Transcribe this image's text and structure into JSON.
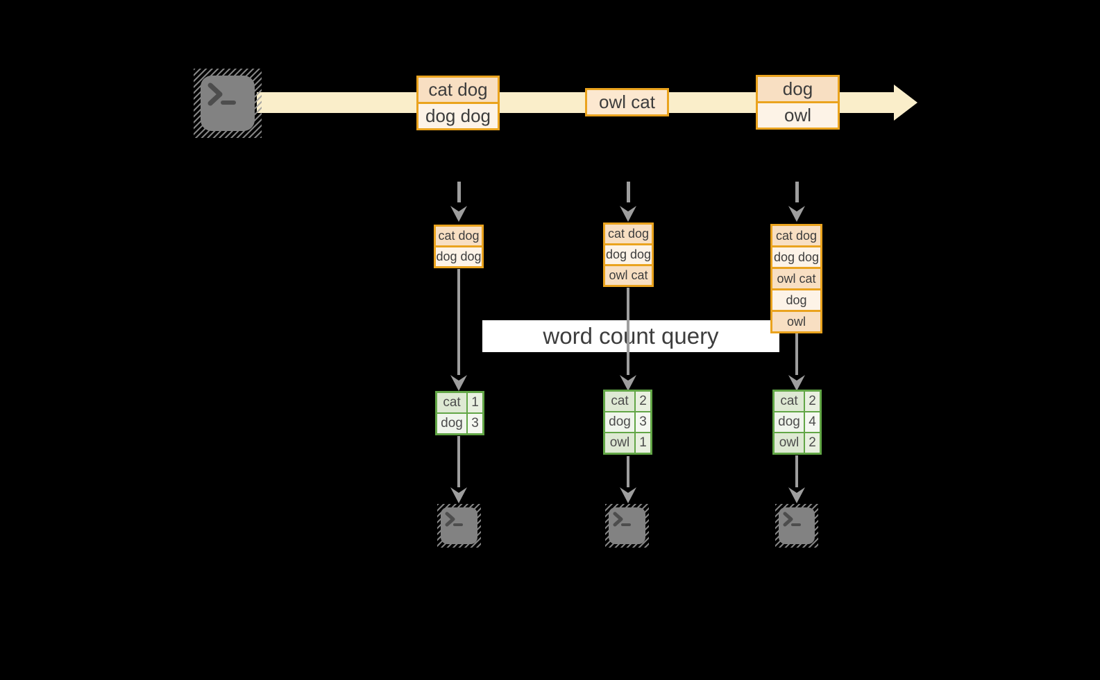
{
  "colors": {
    "background": "#000000",
    "stream": "#faeeca",
    "amber_border": "#eaa31e",
    "peach_dark": "#f8dfc2",
    "peach_light": "#fdf3e7",
    "peach_mid": "#fce8d0",
    "green_border": "#62a646",
    "green_cell_dark": "#dee9d3",
    "green_cell_dark2": "#e9f0e0",
    "green_cell_light": "#f0f5ec",
    "green_cell_light2": "#f5f8f1",
    "arrow_gray": "#9e9e9e",
    "terminal_gray": "#828282",
    "text_dark": "#3d3d3d",
    "label_bg": "#ffffff"
  },
  "stream": {
    "batches": [
      {
        "rows": [
          "cat dog",
          "dog dog"
        ]
      },
      {
        "rows": [
          "owl cat"
        ]
      },
      {
        "rows": [
          "dog",
          "owl"
        ]
      }
    ]
  },
  "states": [
    {
      "rows": [
        "cat dog",
        "dog dog"
      ]
    },
    {
      "rows": [
        "cat dog",
        "dog dog",
        "owl cat"
      ]
    },
    {
      "rows": [
        "cat dog",
        "dog dog",
        "owl cat",
        "dog",
        "owl"
      ]
    }
  ],
  "query_label": "word count query",
  "counts": [
    {
      "rows": [
        [
          "cat",
          "1"
        ],
        [
          "dog",
          "3"
        ]
      ]
    },
    {
      "rows": [
        [
          "cat",
          "2"
        ],
        [
          "dog",
          "3"
        ],
        [
          "owl",
          "1"
        ]
      ]
    },
    {
      "rows": [
        [
          "cat",
          "2"
        ],
        [
          "dog",
          "4"
        ],
        [
          "owl",
          "2"
        ]
      ]
    }
  ]
}
